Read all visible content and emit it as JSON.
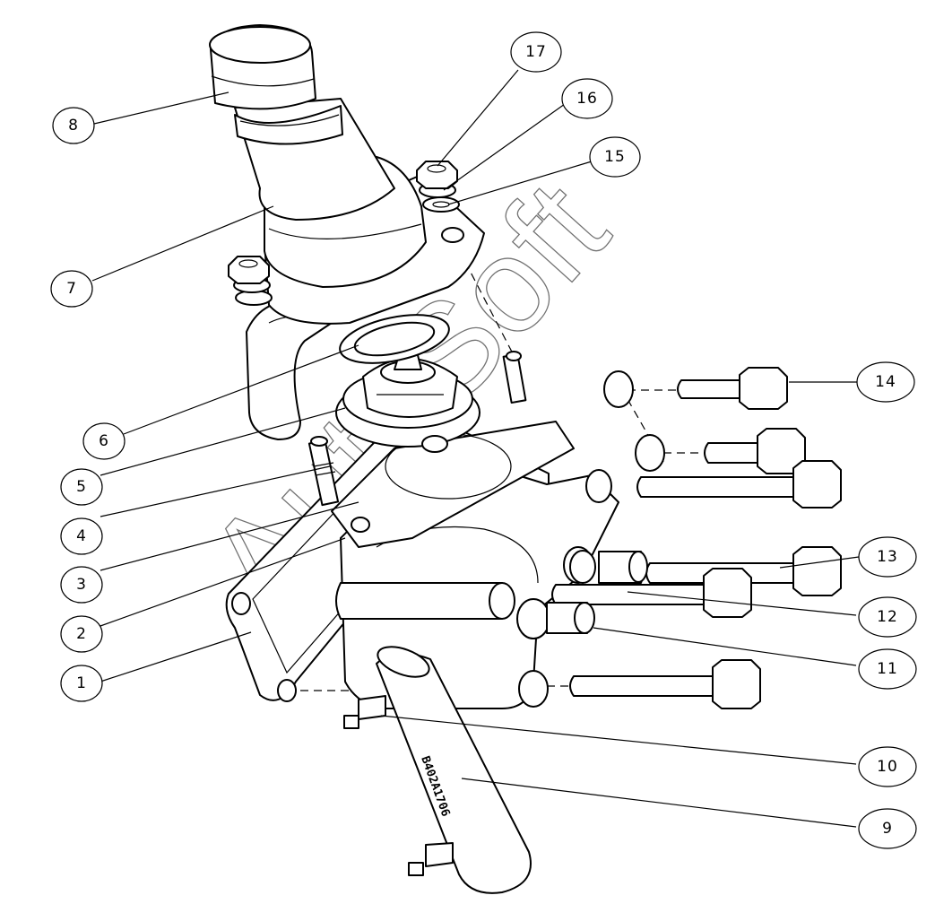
{
  "callouts": [
    {
      "id": "1",
      "label": "1"
    },
    {
      "id": "2",
      "label": "2"
    },
    {
      "id": "3",
      "label": "3"
    },
    {
      "id": "4",
      "label": "4"
    },
    {
      "id": "5",
      "label": "5"
    },
    {
      "id": "6",
      "label": "6"
    },
    {
      "id": "7",
      "label": "7"
    },
    {
      "id": "8",
      "label": "8"
    },
    {
      "id": "9",
      "label": "9"
    },
    {
      "id": "10",
      "label": "10"
    },
    {
      "id": "11",
      "label": "11"
    },
    {
      "id": "12",
      "label": "12"
    },
    {
      "id": "13",
      "label": "13"
    },
    {
      "id": "14",
      "label": "14"
    },
    {
      "id": "15",
      "label": "15"
    },
    {
      "id": "16",
      "label": "16"
    },
    {
      "id": "17",
      "label": "17"
    }
  ],
  "hose_code": "B402A1706",
  "watermark": "AutoSoft"
}
